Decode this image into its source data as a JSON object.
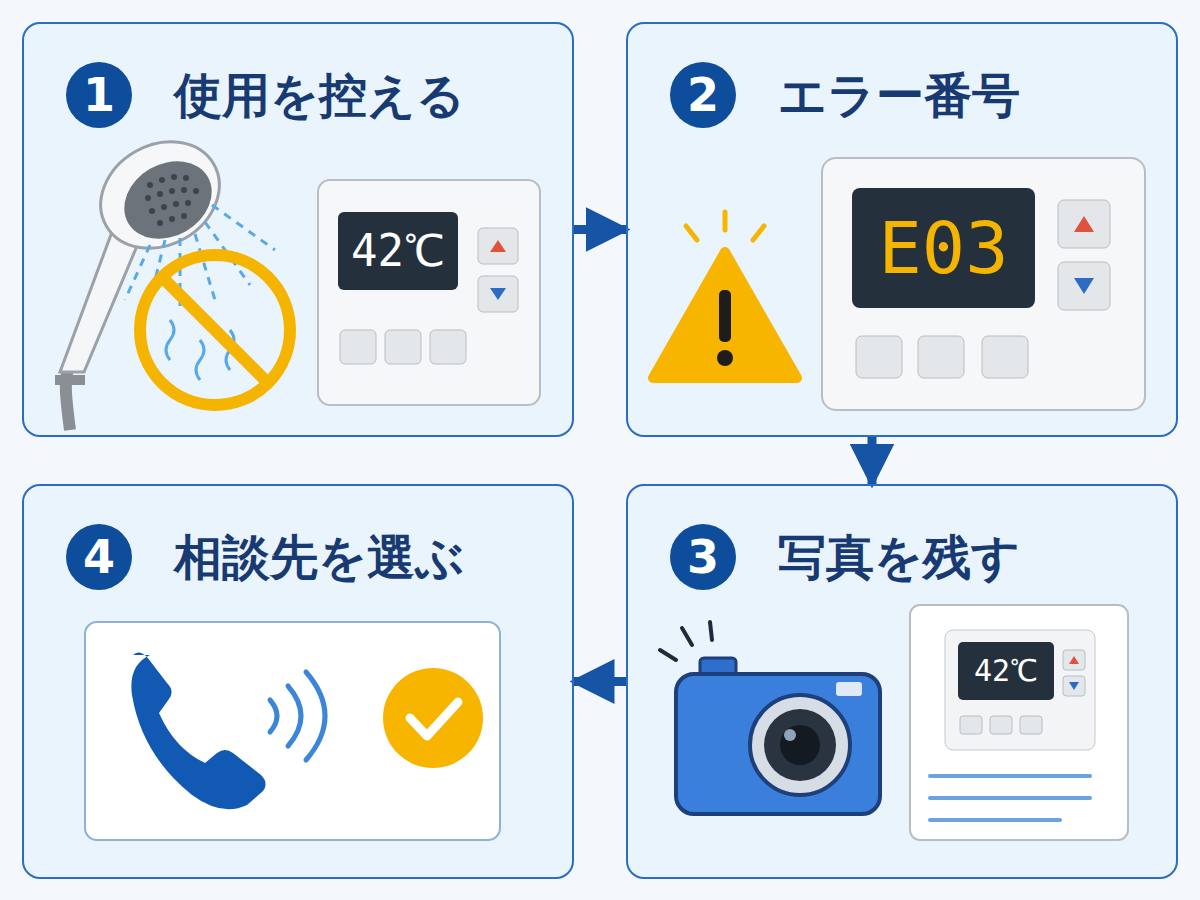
{
  "diagram": {
    "nodes": [
      {
        "text": [
          "1",
          "使用を控える"
        ]
      },
      {
        "text": [
          "2",
          "エラー番号"
        ]
      },
      {
        "text": [
          "3",
          "写真を残す"
        ]
      },
      {
        "text": [
          "4",
          "相談先を選ぶ"
        ]
      }
    ],
    "edges": [
      {
        "from": 0,
        "to": 1,
        "arrow": "to"
      },
      {
        "from": 1,
        "to": 2,
        "arrow": "to"
      },
      {
        "from": 2,
        "to": 3,
        "arrow": "to"
      }
    ],
    "labels": [
      "42℃",
      "E03",
      "42℃"
    ]
  }
}
